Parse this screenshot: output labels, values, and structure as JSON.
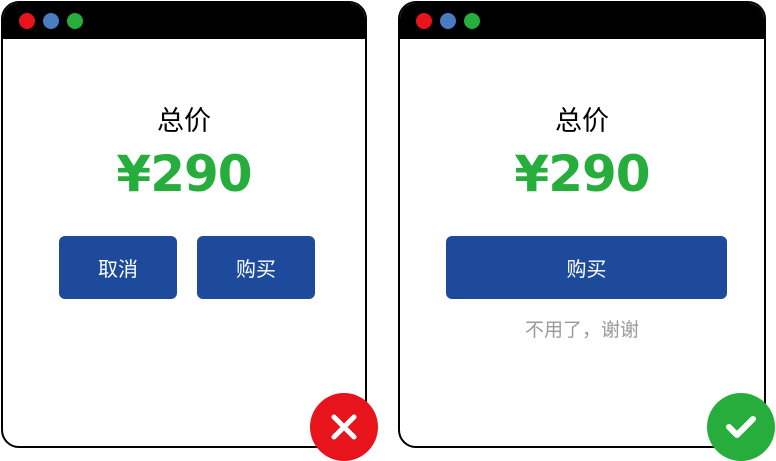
{
  "colors": {
    "frame": "#000000",
    "dot_red": "#e8141c",
    "dot_blue": "#4a7cc2",
    "dot_green": "#26ad3c",
    "price": "#26ad3c",
    "button": "#1e4a9c",
    "decline_text": "#9a9a9a",
    "bad_badge": "#e8141c",
    "good_badge": "#26ad3c"
  },
  "left_window": {
    "title": "总价",
    "price": "¥290",
    "buttons": [
      {
        "label": "取消"
      },
      {
        "label": "购买"
      }
    ],
    "badge": "x-icon"
  },
  "right_window": {
    "title": "总价",
    "price": "¥290",
    "button": {
      "label": "购买"
    },
    "decline_link": "不用了，谢谢",
    "badge": "check-icon"
  }
}
